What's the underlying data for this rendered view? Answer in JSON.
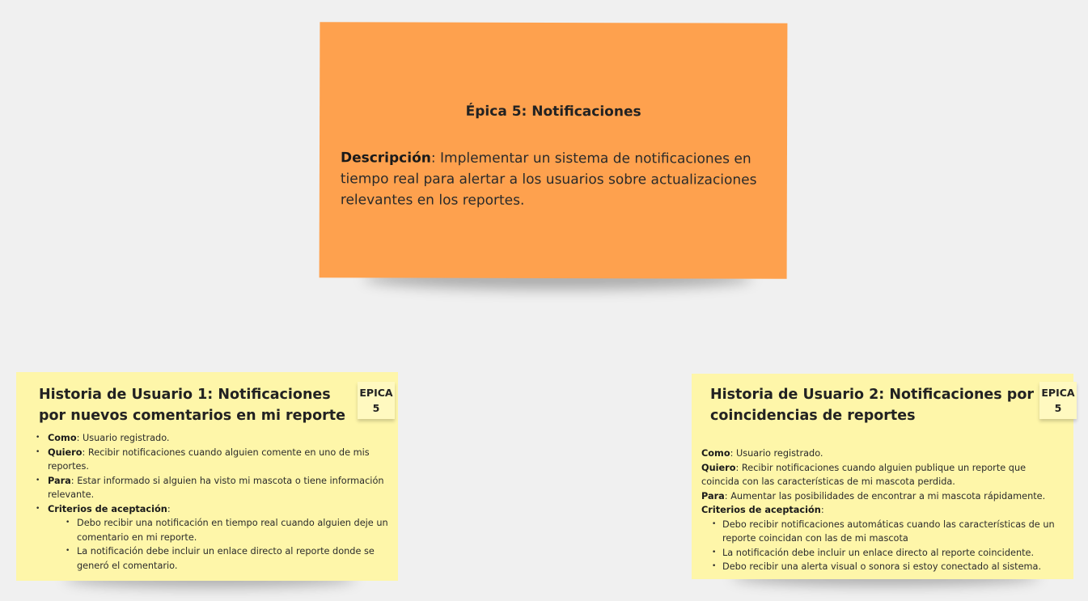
{
  "epic": {
    "title": "Épica 5: Notificaciones",
    "desc_label": "Descripción",
    "desc_text": ": Implementar un sistema de notificaciones en tiempo real para alertar a los usuarios sobre actualizaciones relevantes en los reportes.",
    "color": "#fea14e"
  },
  "story1": {
    "title": "Historia de Usuario 1: Notificaciones por nuevos comentarios en mi reporte",
    "badge_line1": "EPICA",
    "badge_line2": "5",
    "items": [
      {
        "label": "Como",
        "text": ": Usuario registrado."
      },
      {
        "label": "Quiero",
        "text": ": Recibir notificaciones cuando alguien comente en uno de mis reportes."
      },
      {
        "label": "Para",
        "text": ": Estar informado si alguien ha visto mi mascota o tiene información relevante."
      },
      {
        "label": "Criterios de aceptación",
        "text": ":"
      }
    ],
    "criteria": [
      "Debo recibir una notificación en tiempo real cuando alguien deje un comentario en mi reporte.",
      "La notificación debe incluir un enlace directo al reporte donde se generó el comentario."
    ],
    "color": "#fef6a9"
  },
  "story2": {
    "title": "Historia de Usuario 2: Notificaciones por coincidencias de reportes",
    "badge_line1": "EPICA",
    "badge_line2": "5",
    "items": [
      {
        "label": "Como",
        "text": ": Usuario registrado."
      },
      {
        "label": "Quiero",
        "text": ": Recibir notificaciones cuando alguien publique un reporte que coincida con las características de mi mascota perdida."
      },
      {
        "label": "Para",
        "text": ": Aumentar las posibilidades de encontrar a mi mascota rápidamente."
      },
      {
        "label": "Criterios de aceptación",
        "text": ":"
      }
    ],
    "criteria": [
      "Debo recibir notificaciones automáticas cuando las características de un reporte coincidan con las de mi mascota",
      "La notificación debe incluir un enlace directo al reporte coincidente.",
      "Debo recibir una alerta visual o sonora si estoy conectado al sistema."
    ],
    "color": "#fef6a9"
  }
}
